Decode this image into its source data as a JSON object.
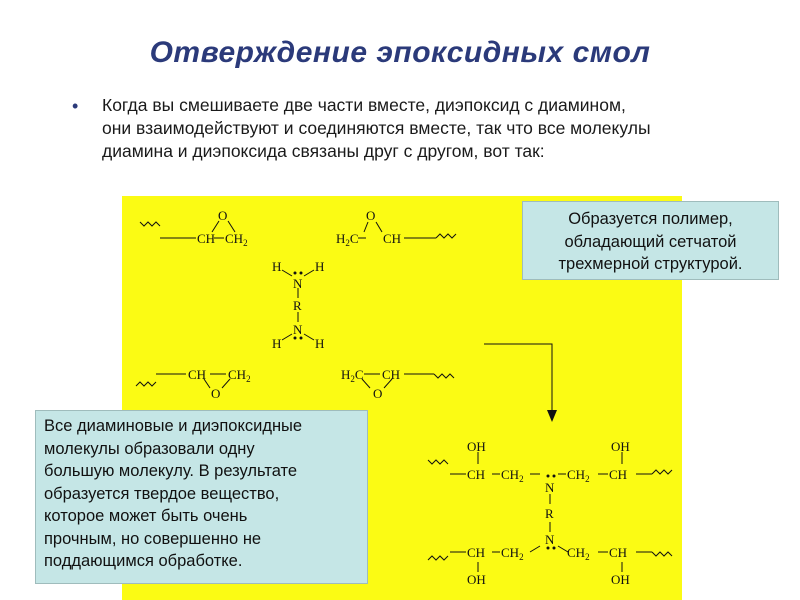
{
  "title": "Отверждение эпоксидных смол",
  "bullet": {
    "marker": "•",
    "lines": [
      "Когда вы смешиваете две части вместе, диэпоксид с диамином,",
      "они взаимодействуют и соединяются вместе, так что все молекулы",
      "диамина и диэпоксида связаны друг с другом, вот так:"
    ]
  },
  "notes": {
    "top": {
      "lines": [
        "Образуется полимер,",
        "обладающий сетчатой",
        "трехмерной структурой."
      ]
    },
    "bottom": {
      "lines": [
        "Все диаминовые и диэпоксидные",
        "молекулы образовали одну",
        "большую молекулу. В результате",
        "образуется твердое вещество,",
        "которое может быть очень",
        "прочным, но совершенно не",
        "поддающимся обработке."
      ]
    }
  },
  "colors": {
    "title": "#2b3a7a",
    "panel": "#fbfb14",
    "note_bg": "#c5e6e6"
  },
  "chem": {
    "O": "O",
    "CH": "CH",
    "CH2": "CH",
    "H2C": "H",
    "two": "2",
    "C": "C",
    "H": "H",
    "N": "N",
    "R": "R",
    "OH": "OH",
    "dash": "–"
  }
}
